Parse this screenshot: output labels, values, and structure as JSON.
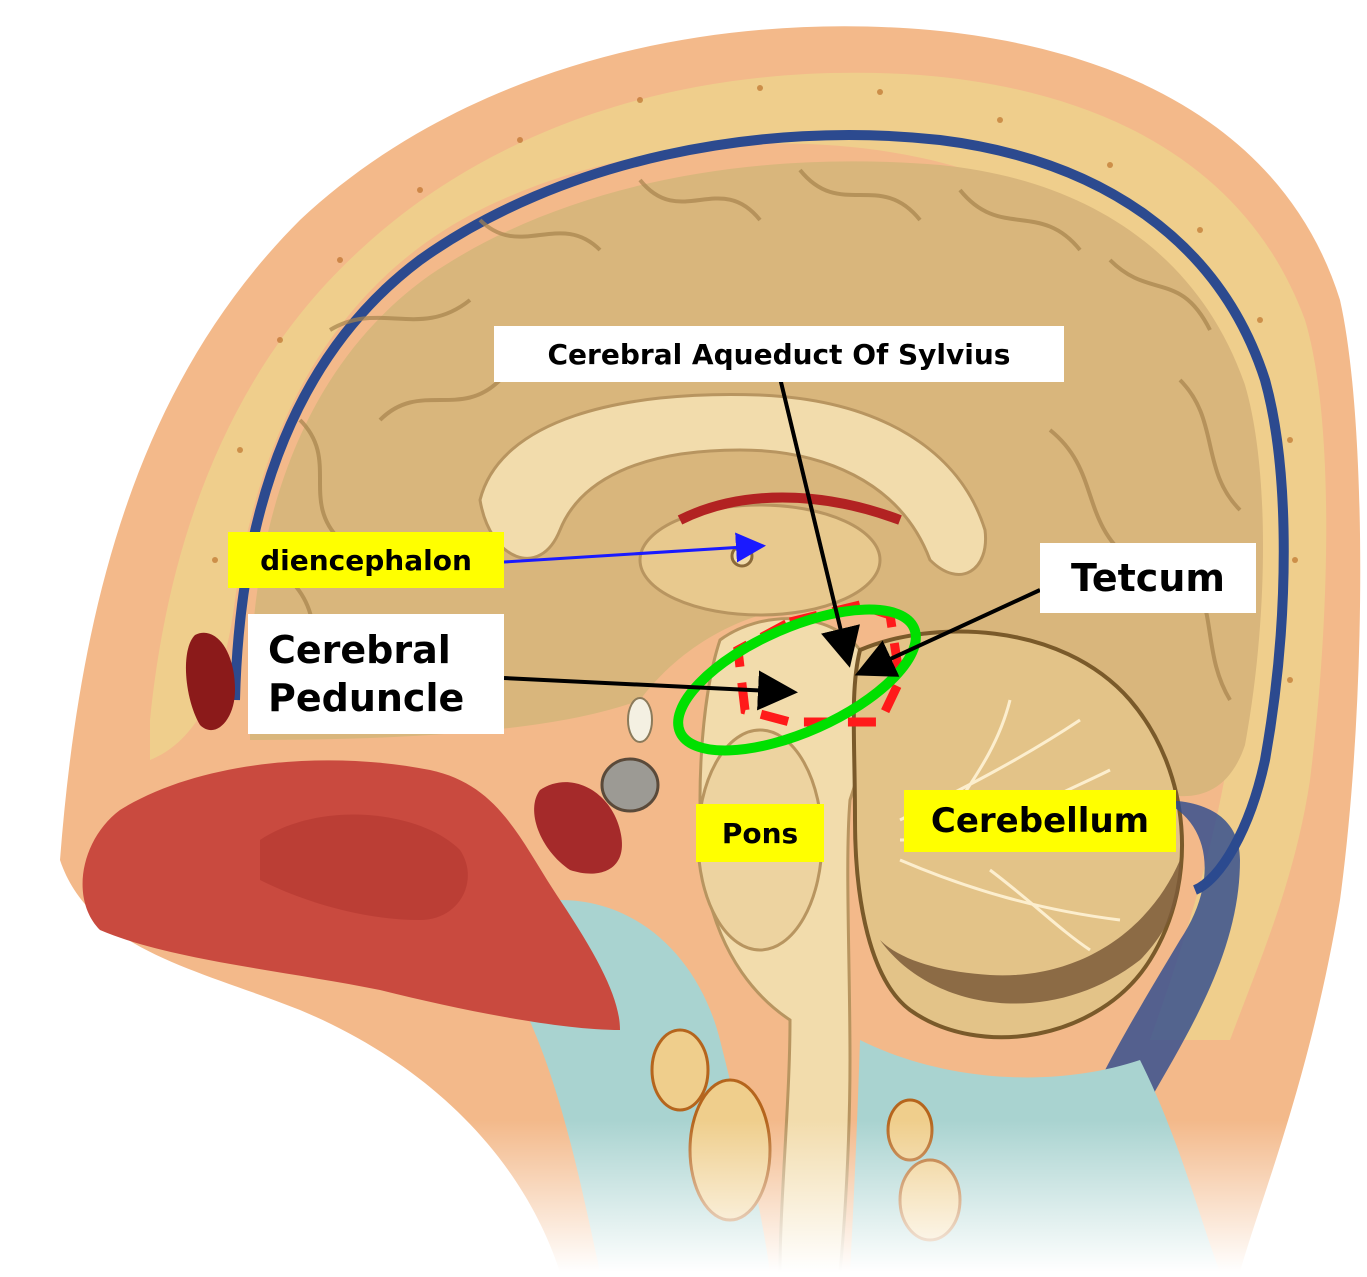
{
  "labels": {
    "aqueduct": "Cerebral Aqueduct  Of Sylvius",
    "diencephalon": "diencephalon",
    "tetcum": "Tetcum",
    "peduncle_line1": "Cerebral",
    "peduncle_line2": "Peduncle",
    "pons": "Pons",
    "cerebellum": "Cerebellum"
  },
  "colors": {
    "label_white": "#ffffff",
    "label_yellow": "#ffff00",
    "arrow_black": "#000000",
    "arrow_blue": "#1a1aff",
    "highlight_green": "#00e000",
    "highlight_red_dashed": "#ff1a1a",
    "skin": "#f3b98a",
    "bone": "#efce8c",
    "dura_blue": "#2c4a8f",
    "brain_tan": "#d9b67c",
    "nasal_red": "#c94a3f",
    "csf_blue": "#a9d3d0"
  }
}
